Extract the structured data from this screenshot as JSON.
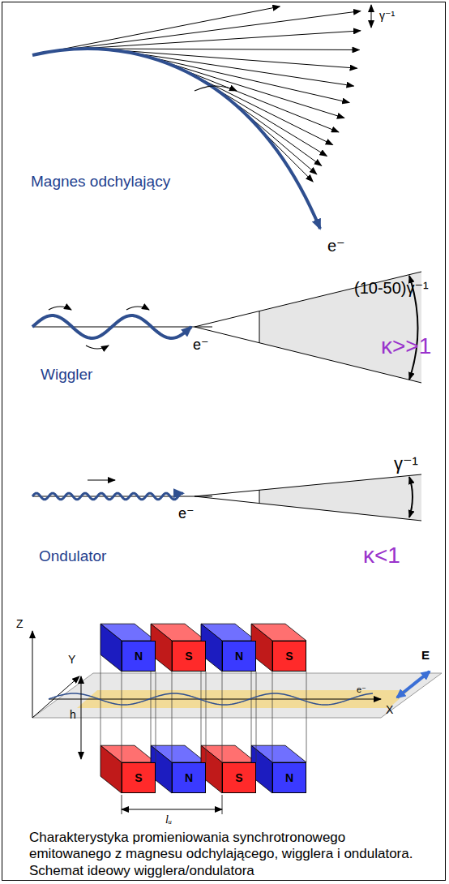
{
  "diagram": {
    "caption": "Charakterystyka promieniowania synchrotronowego emitowanego z magnesu odchylającego, wigglera i ondulatora. Schemat ideowy wigglera/ondulatora",
    "nodes": [
      {
        "text": [
          "N"
        ]
      },
      {
        "text": [
          "S"
        ]
      },
      {
        "text": [
          "N"
        ]
      },
      {
        "text": [
          "S"
        ]
      },
      {
        "text": [
          "S"
        ]
      },
      {
        "text": [
          "N"
        ]
      },
      {
        "text": [
          "S"
        ]
      },
      {
        "text": [
          "N"
        ]
      }
    ],
    "labels": [
      "γ⁻¹",
      "Magnes odchylający",
      "e⁻",
      "(10-50)γ⁻¹",
      "κ>>1",
      "e⁻",
      "Wiggler",
      "γ⁻¹",
      "e⁻",
      "Ondulator",
      "κ<1",
      "Z",
      "Y",
      "h",
      "E",
      "e⁻",
      "X",
      "lᵤ"
    ]
  }
}
